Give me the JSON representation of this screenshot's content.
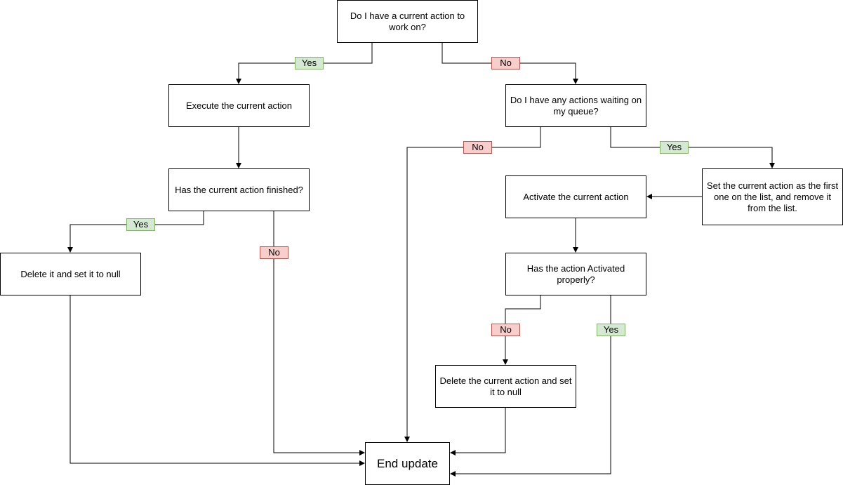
{
  "nodes": {
    "current_action_question": "Do I have a current action to work on?",
    "execute": "Execute the current action",
    "finished_question": "Has the current action finished?",
    "delete_null": "Delete it and set it to null",
    "queue_question": "Do I have any actions waiting on my queue?",
    "set_first": "Set the current action as the first one on the list, and remove it from the list.",
    "activate": "Activate the current action",
    "activated_question": "Has the action Activated properly?",
    "delete_current": "Delete the current action and set it to null",
    "end": "End update"
  },
  "labels": {
    "yes": "Yes",
    "no": "No"
  },
  "colors": {
    "yes_fill": "#d5e8d4",
    "yes_border": "#82b366",
    "no_fill": "#f8cecc",
    "no_border": "#b85450"
  }
}
